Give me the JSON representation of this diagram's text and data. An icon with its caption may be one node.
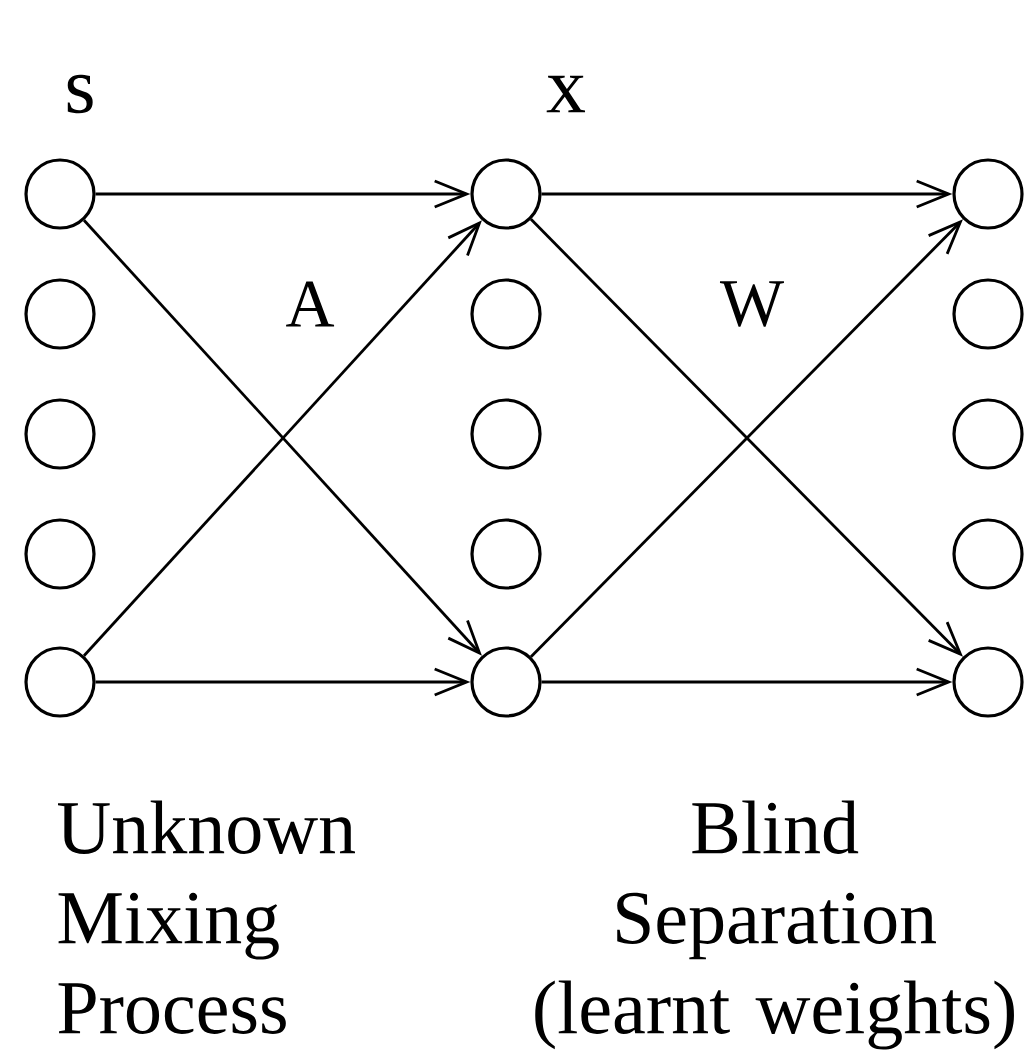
{
  "diagram": {
    "nodes": [
      {
        "text": [],
        "shape": "circle"
      },
      {
        "text": [],
        "shape": "circle"
      },
      {
        "text": [],
        "shape": "circle"
      },
      {
        "text": [],
        "shape": "circle"
      },
      {
        "text": [],
        "shape": "circle"
      },
      {
        "text": [],
        "shape": "circle"
      },
      {
        "text": [],
        "shape": "circle"
      },
      {
        "text": [],
        "shape": "circle"
      },
      {
        "text": [],
        "shape": "circle"
      },
      {
        "text": [],
        "shape": "circle"
      },
      {
        "text": [],
        "shape": "circle"
      },
      {
        "text": [],
        "shape": "circle"
      },
      {
        "text": [],
        "shape": "circle"
      },
      {
        "text": [],
        "shape": "circle"
      },
      {
        "text": [],
        "shape": "circle"
      }
    ],
    "edges": [
      {
        "from": 0,
        "to": 5,
        "arrow": "to"
      },
      {
        "from": 0,
        "to": 9,
        "arrow": "to"
      },
      {
        "from": 4,
        "to": 5,
        "arrow": "to"
      },
      {
        "from": 4,
        "to": 9,
        "arrow": "to"
      },
      {
        "from": 5,
        "to": 10,
        "arrow": "to"
      },
      {
        "from": 5,
        "to": 14,
        "arrow": "to"
      },
      {
        "from": 9,
        "to": 10,
        "arrow": "to"
      },
      {
        "from": 9,
        "to": 14,
        "arrow": "to"
      }
    ],
    "labels": [
      "s",
      "x",
      "A",
      "W",
      "Unknown Mixing Process",
      "Blind Separation (learnt weights)"
    ]
  }
}
